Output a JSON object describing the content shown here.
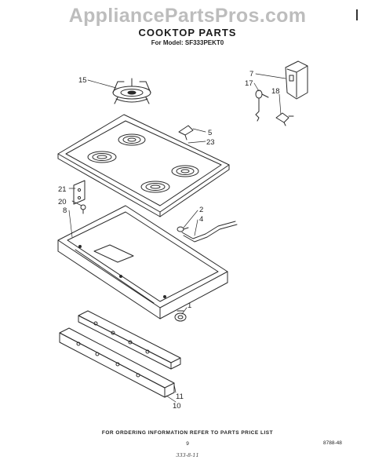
{
  "header": {
    "watermark": "AppliancePartsPros.com",
    "title": "COOKTOP PARTS",
    "model_line": "For Model: SF333PEKT0"
  },
  "callouts": {
    "c15": "15",
    "c7": "7",
    "c17": "17",
    "c18": "18",
    "c5": "5",
    "c23": "23",
    "c21": "21",
    "c20": "20",
    "c8": "8",
    "c2": "2",
    "c4": "4",
    "c1": "1",
    "c11": "11",
    "c10": "10"
  },
  "footer": {
    "ordering_note": "FOR ORDERING INFORMATION REFER TO PARTS PRICE LIST",
    "page_number": "9",
    "part_code": "8788-48",
    "handwritten": "333-8-11"
  }
}
